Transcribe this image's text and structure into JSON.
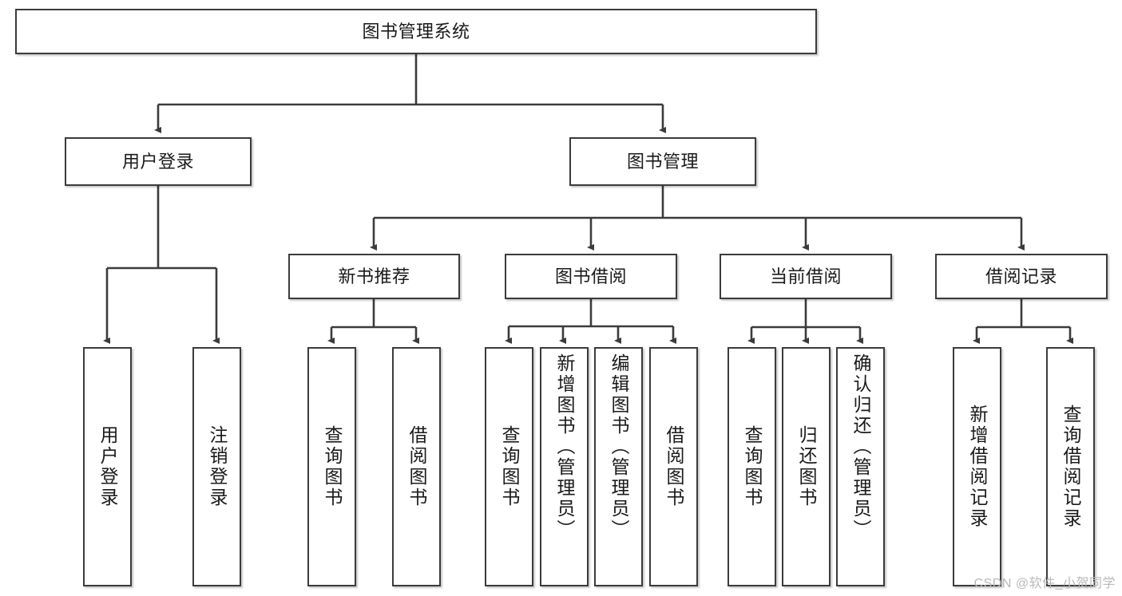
{
  "diagram": {
    "title": "图书管理系统",
    "type": "tree-hierarchy-functional-decomposition",
    "watermark": "CSDN @软件_小贺同学",
    "colors": {
      "node_border": "#3b3b3b",
      "node_fill": "#ffffff",
      "edge": "#3b3b3b",
      "text": "#1a1a1a",
      "watermark": "#b9b9b9"
    },
    "nodes": {
      "root": {
        "label": "图书管理系统"
      },
      "level2": [
        {
          "id": "user-login",
          "label": "用户登录"
        },
        {
          "id": "book-management",
          "label": "图书管理"
        }
      ],
      "level3": [
        {
          "id": "new-book-recommend",
          "label": "新书推荐"
        },
        {
          "id": "book-borrow",
          "label": "图书借阅"
        },
        {
          "id": "current-borrow",
          "label": "当前借阅"
        },
        {
          "id": "borrow-record",
          "label": "借阅记录"
        }
      ],
      "leaves": {
        "user-login": [
          {
            "id": "leaf-user-login",
            "label": "用户登录"
          },
          {
            "id": "leaf-logout",
            "label": "注销登录"
          }
        ],
        "new-book-recommend": [
          {
            "id": "leaf-query-book-1",
            "label": "查询图书"
          },
          {
            "id": "leaf-borrow-book-1",
            "label": "借阅图书"
          }
        ],
        "book-borrow": [
          {
            "id": "leaf-query-book-2",
            "label": "查询图书"
          },
          {
            "id": "leaf-add-book",
            "label": "新增图书（管理员）"
          },
          {
            "id": "leaf-edit-book",
            "label": "编辑图书（管理员）"
          },
          {
            "id": "leaf-borrow-book-2",
            "label": "借阅图书"
          }
        ],
        "current-borrow": [
          {
            "id": "leaf-query-book-3",
            "label": "查询图书"
          },
          {
            "id": "leaf-return-book",
            "label": "归还图书"
          },
          {
            "id": "leaf-confirm-return",
            "label": "确认归还（管理员）"
          }
        ],
        "borrow-record": [
          {
            "id": "leaf-add-record",
            "label": "新增借阅记录"
          },
          {
            "id": "leaf-query-record",
            "label": "查询借阅记录"
          }
        ]
      }
    }
  }
}
